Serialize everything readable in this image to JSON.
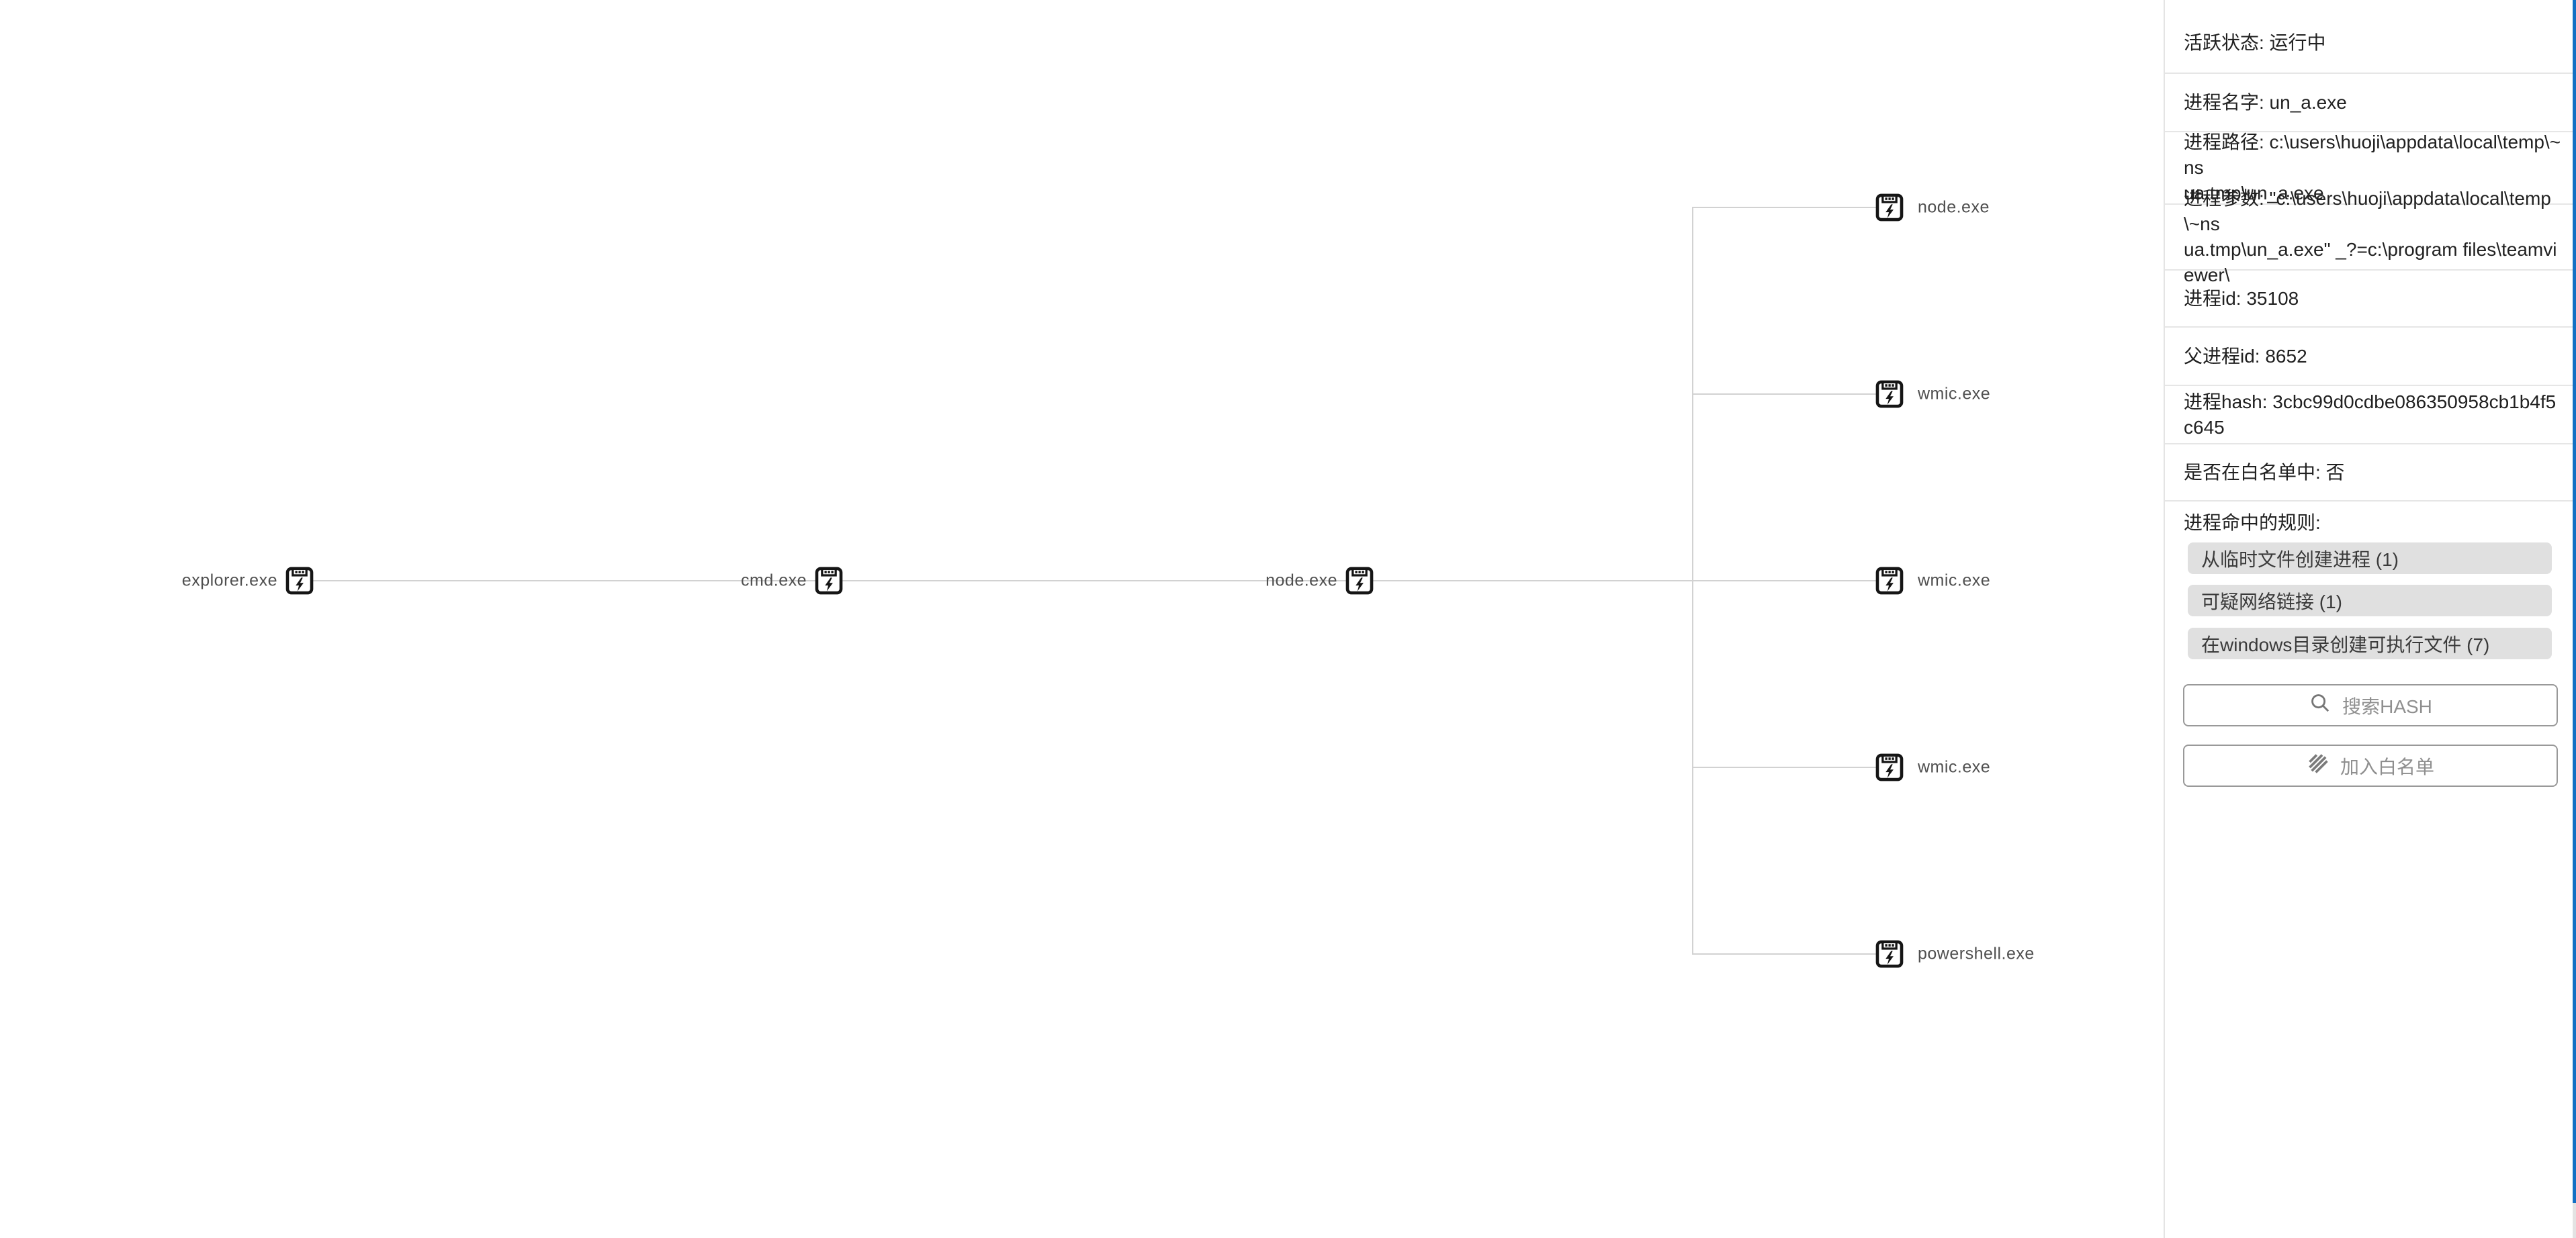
{
  "tree": {
    "chain": [
      {
        "label": "explorer.exe"
      },
      {
        "label": "cmd.exe"
      },
      {
        "label": "node.exe"
      }
    ],
    "children": [
      {
        "label": "node.exe"
      },
      {
        "label": "wmic.exe"
      },
      {
        "label": "wmic.exe"
      },
      {
        "label": "wmic.exe"
      },
      {
        "label": "powershell.exe"
      }
    ]
  },
  "icons": {
    "process": "floppy-with-flash-bolt",
    "search": "magnifier",
    "whitelist": "diagonal-stripes"
  },
  "panel": {
    "rows": [
      {
        "lines": [
          "活跃状态: 运行中"
        ]
      },
      {
        "lines": [
          "进程名字: un_a.exe"
        ]
      },
      {
        "lines": [
          "进程路径: c:\\users\\huoji\\appdata\\local\\temp\\~ns",
          "ua.tmp\\un_a.exe"
        ]
      },
      {
        "lines": [
          "进程参数: \"c:\\users\\huoji\\appdata\\local\\temp\\~ns",
          "ua.tmp\\un_a.exe\" _?=c:\\program files\\teamviewer\\"
        ]
      },
      {
        "lines": [
          "进程id: 35108"
        ]
      },
      {
        "lines": [
          "父进程id: 8652"
        ]
      },
      {
        "lines": [
          "进程hash: 3cbc99d0cdbe086350958cb1b4f5c645"
        ]
      },
      {
        "lines": [
          "是否在白名单中: 否"
        ]
      }
    ],
    "rules": {
      "label": "进程命中的规则:",
      "chips": [
        "从临时文件创建进程 (1)",
        "可疑网络链接 (1)",
        "在windows目录创建可执行文件 (7)"
      ]
    },
    "search": {
      "placeholder": "搜索HASH"
    },
    "whitelist_button": {
      "label": "加入白名单"
    }
  },
  "colors": {
    "scrollbar_accent": "#1470c4",
    "chip_bg": "#e0e0e0",
    "tree_line": "#d2d2d2"
  }
}
